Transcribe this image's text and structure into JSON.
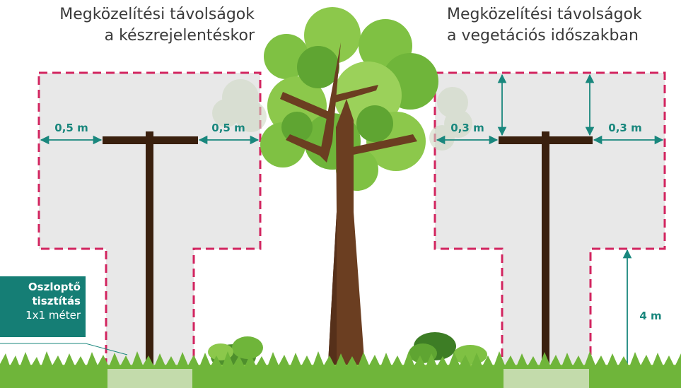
{
  "titles": {
    "left": {
      "line1": "Megközelítési távolságok",
      "line2": "a készrejelentéskor"
    },
    "right": {
      "line1": "Megközelítési távolságok",
      "line2": "a vegetációs időszakban"
    }
  },
  "distances": {
    "left_a": "0,5 m",
    "left_b": "0,5 m",
    "right_a": "0,3 m",
    "right_b": "0,3 m",
    "height": "4 m"
  },
  "callout": {
    "line1": "Oszloptő",
    "line2": "tisztítás",
    "line3": "1x1 méter"
  },
  "colors": {
    "dash_border": "#d2245f",
    "zone_fill": "#e8e8e8",
    "arrow": "#19877d",
    "pole": "#3a200e",
    "trunk": "#6b3e21",
    "foliage": "#7fc143",
    "grass": "#86c440",
    "callout_bg": "#157e75"
  }
}
